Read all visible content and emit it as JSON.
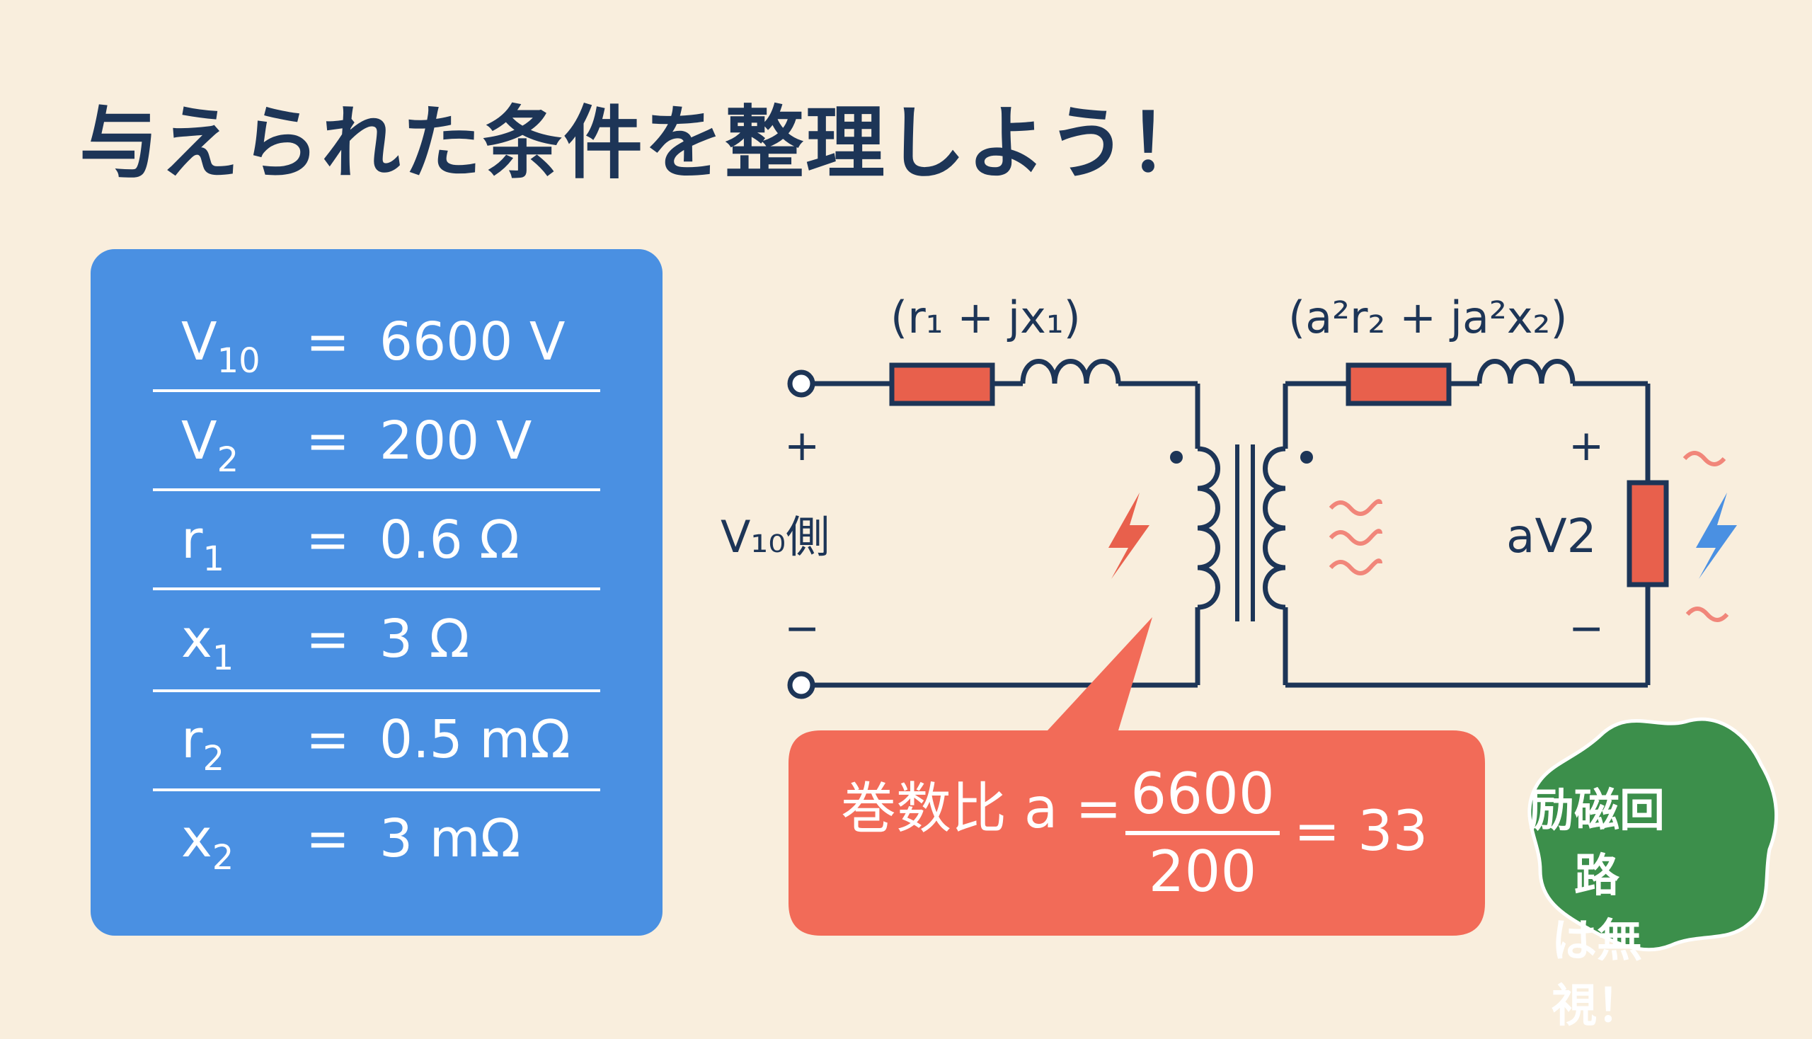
{
  "title": "与えられた条件を整理しよう！",
  "parameters": [
    {
      "symbol": "V",
      "sub": "10",
      "eq": "=",
      "value": "6600 V"
    },
    {
      "symbol": "V",
      "sub": "2",
      "eq": "=",
      "value": "200 V"
    },
    {
      "symbol": "r",
      "sub": "1",
      "eq": "=",
      "value": "0.6 Ω"
    },
    {
      "symbol": "x",
      "sub": "1",
      "eq": "=",
      "value": "3 Ω"
    },
    {
      "symbol": "r",
      "sub": "2",
      "eq": "=",
      "value": "0.5 mΩ"
    },
    {
      "symbol": "x",
      "sub": "2",
      "eq": "=",
      "value": "3 mΩ"
    }
  ],
  "circuit": {
    "primary_impedance_label": "(r₁ + jx₁)",
    "secondary_impedance_label": "(a²r₂ + ja²x₂)",
    "primary_plus": "+",
    "primary_minus": "−",
    "secondary_plus": "+",
    "secondary_minus": "−",
    "primary_voltage_label": "V₁₀側",
    "secondary_voltage_label": "aV2"
  },
  "turns_ratio": {
    "label": "巻数比 a =",
    "numerator": "6600",
    "denominator": "200",
    "result": "= 33"
  },
  "note": {
    "line1": "励磁回路",
    "line2": "は無視！"
  },
  "colors": {
    "background": "#f9eedd",
    "navy": "#1d3557",
    "card_blue": "#4a90e2",
    "resistor_red": "#e8604c",
    "note_green": "#3c8f4b"
  }
}
